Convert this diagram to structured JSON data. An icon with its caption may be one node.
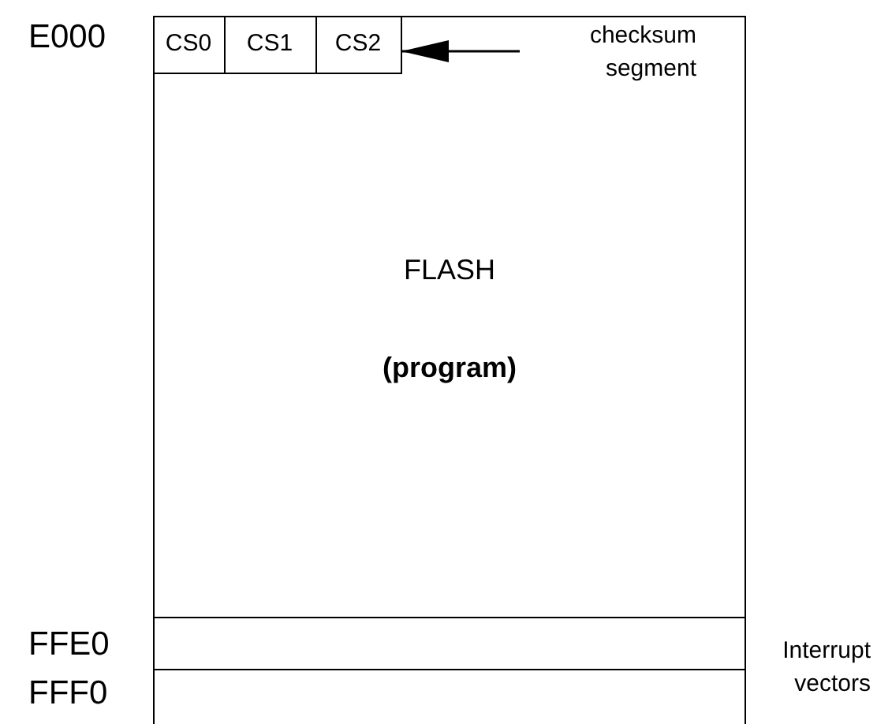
{
  "diagram": {
    "nodes": [
      {
        "text": [
          "FLASH",
          "(program)"
        ]
      },
      {
        "text": [
          "CS0"
        ],
        "in": 0
      },
      {
        "text": [
          "CS1"
        ],
        "in": 0
      },
      {
        "text": [
          "CS2"
        ],
        "in": 0
      },
      {
        "text": [
          "checksum segment"
        ],
        "in": 0
      },
      {
        "text": [],
        "shape": "box",
        "in": 0
      },
      {
        "text": [],
        "shape": "box",
        "in": 0
      }
    ],
    "edges": [
      {
        "from": 4,
        "to": 3,
        "arrow": "to"
      }
    ],
    "labels": [
      "E000",
      "FFE0",
      "FFF0",
      "Interrupt vectors"
    ]
  }
}
